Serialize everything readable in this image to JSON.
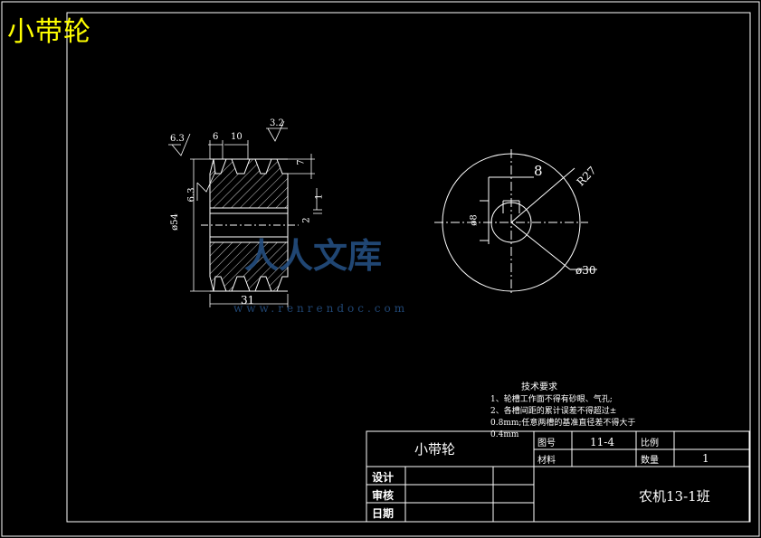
{
  "sheet": {
    "title": "小带轮"
  },
  "dimensions": {
    "d1": "6",
    "d2": "10",
    "d3": "7",
    "d4": "1",
    "d5": "2",
    "d6": "ø54",
    "d7": "31",
    "d8": "8",
    "d9": "R27",
    "d10": "ø30",
    "d11": "ø8"
  },
  "roughness": {
    "r1": "6.3",
    "r2": "3.2",
    "r3": "6.3"
  },
  "watermark": {
    "main": "人人文库",
    "url": "www.renrendoc.com"
  },
  "requirements": {
    "title": "技术要求",
    "lines": [
      "1、轮槽工作面不得有砂眼、气孔;",
      "2、各槽间距的累计误差不得超过±",
      "0.8mm;任意两槽的基准直径差不得大于",
      "0.4mm"
    ]
  },
  "title_block": {
    "part_name": "小带轮",
    "drawing_no_label": "图号",
    "drawing_no": "11-4",
    "scale_label": "比例",
    "scale_value": "",
    "material_label": "材料",
    "material_value": "",
    "qty_label": "数量",
    "qty_value": "1",
    "design": "设计",
    "review": "审核",
    "date": "日期",
    "class": "农机13-1班"
  },
  "colors": {
    "line": "#ffffff",
    "title": "#ffff00",
    "watermark": "#244e80"
  }
}
